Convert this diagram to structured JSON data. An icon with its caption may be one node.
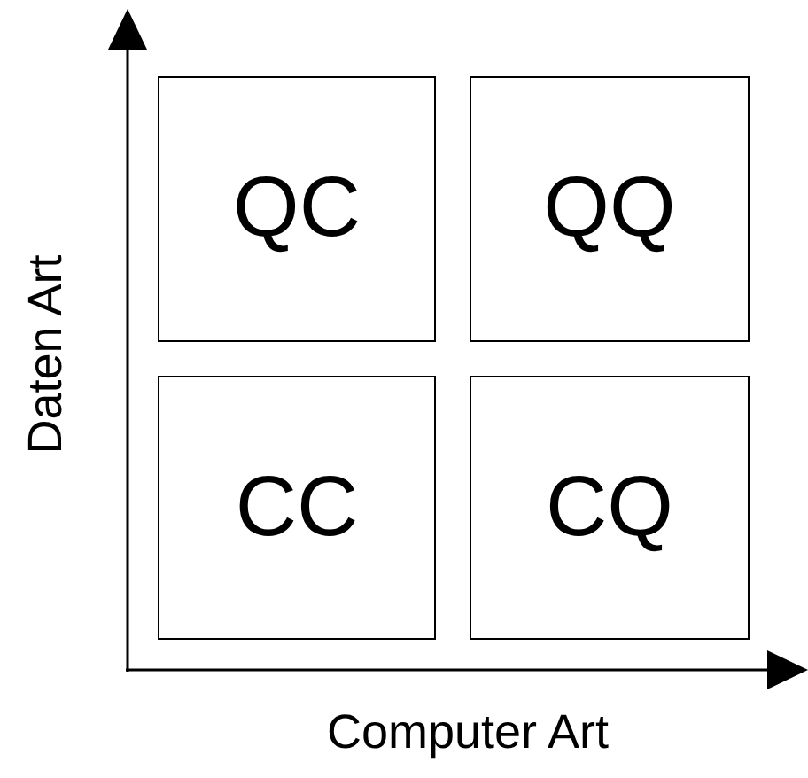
{
  "diagram": {
    "nodes": [
      {
        "text": [
          "QC"
        ]
      },
      {
        "text": [
          "QQ"
        ]
      },
      {
        "text": [
          "CC"
        ]
      },
      {
        "text": [
          "CQ"
        ]
      }
    ],
    "labels": [
      "Daten Art",
      "Computer Art"
    ]
  }
}
